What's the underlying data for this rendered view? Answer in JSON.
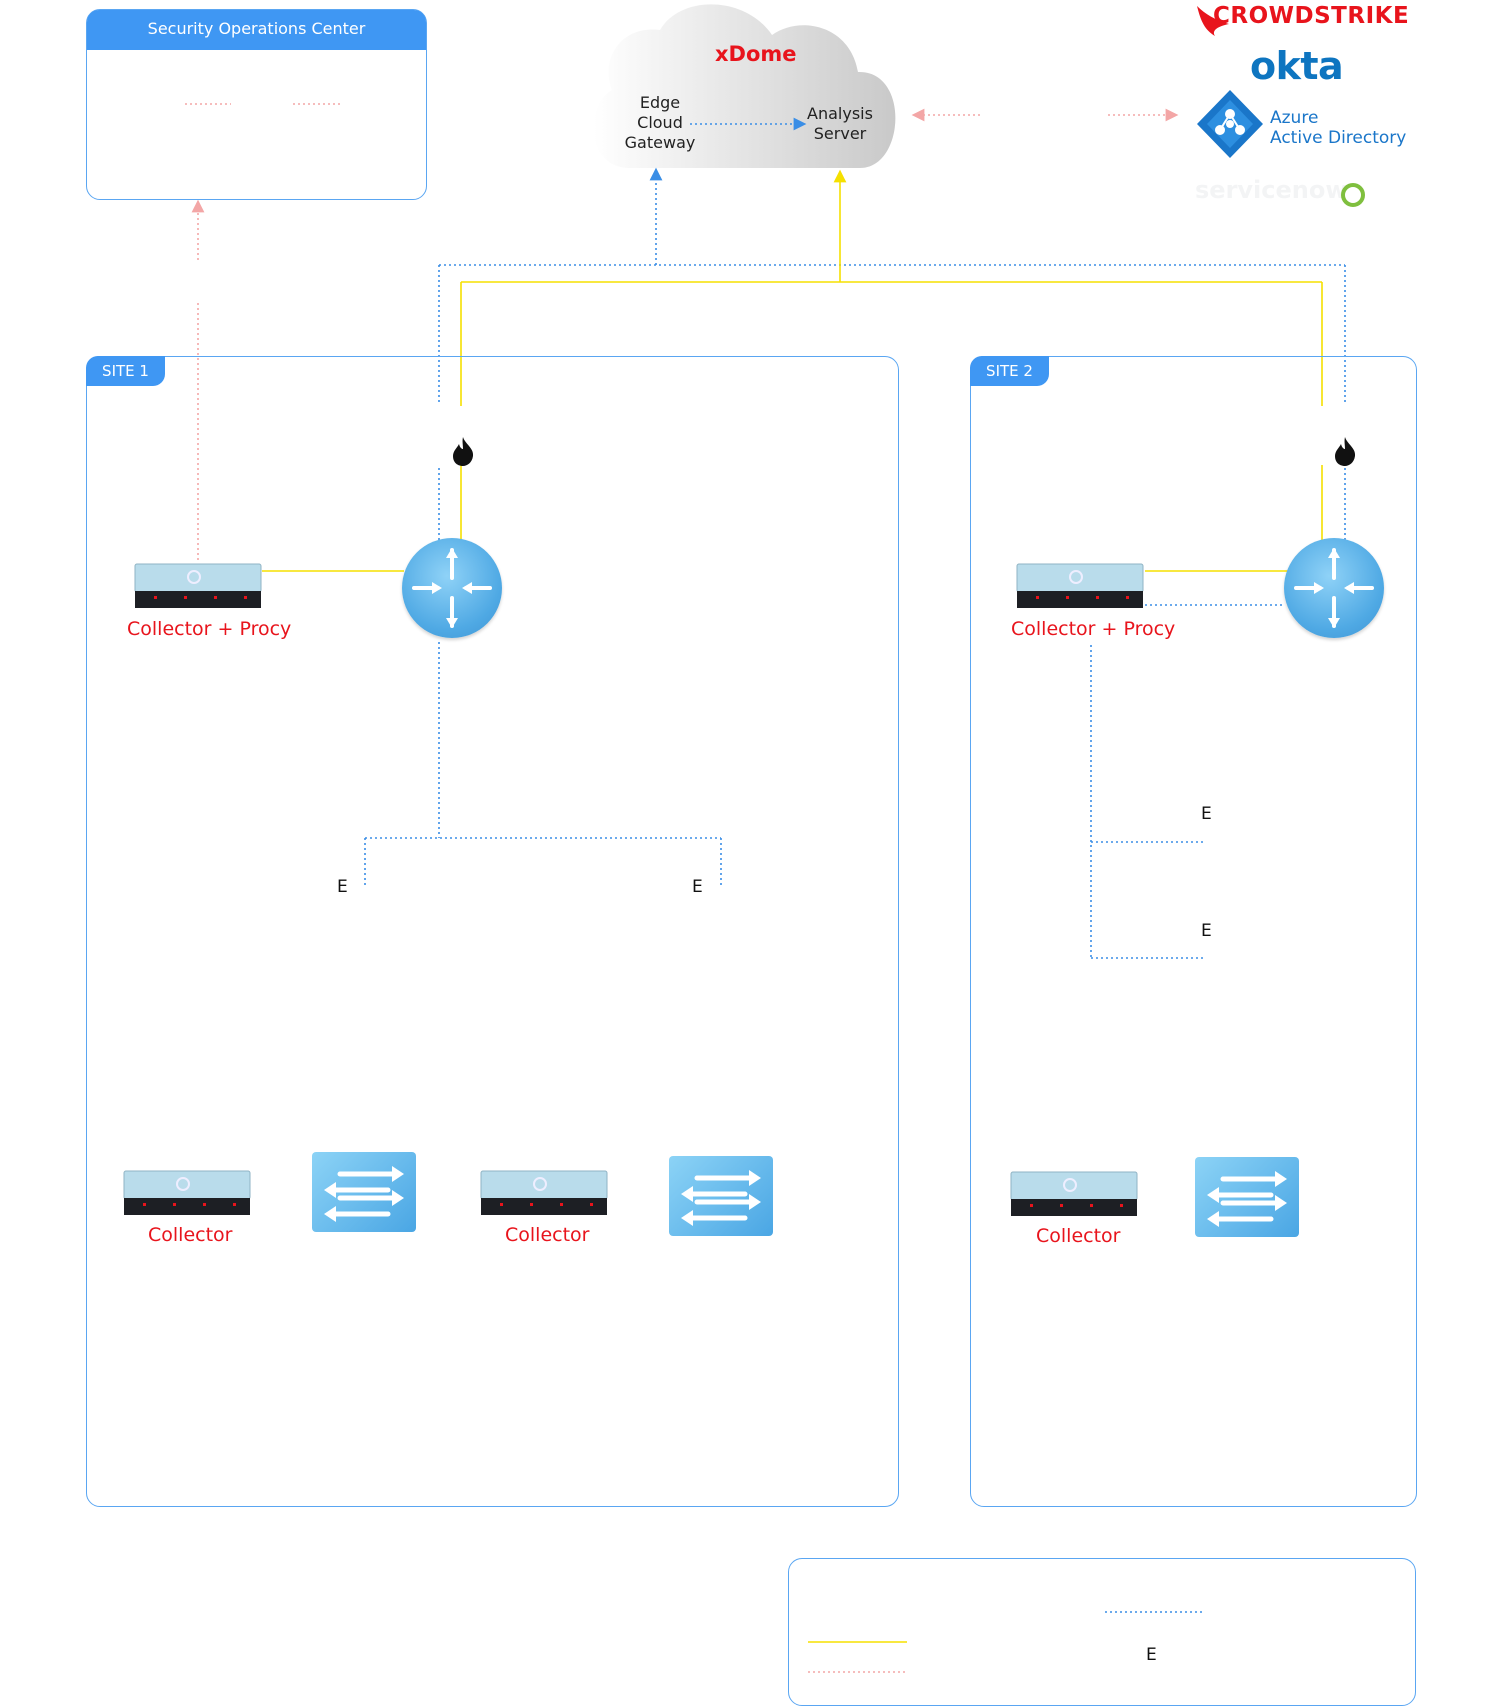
{
  "soc": {
    "title": "Security Operations Center"
  },
  "cloud": {
    "title": "xDome",
    "edge_gateway": "Edge\nCloud\nGateway",
    "analysis_server": "Analysis\nServer"
  },
  "integrations": {
    "crowdstrike": "CROWDSTRIKE",
    "okta": "okta",
    "azure": "Azure\nActive Directory",
    "servicenow": "servicenow"
  },
  "site1": {
    "tab": "SITE 1",
    "collector_proxy": "Collector + Procy",
    "endpoint_left": "E",
    "endpoint_right": "E",
    "collector_a": "Collector",
    "collector_b": "Collector"
  },
  "site2": {
    "tab": "SITE 2",
    "collector_proxy": "Collector + Procy",
    "endpoint_top": "E",
    "endpoint_bottom": "E",
    "collector": "Collector"
  },
  "legend": {
    "endpoint": "E"
  },
  "colors": {
    "accent": "#3f97f3",
    "yellow_link": "#f5e000",
    "blue_link": "#3a8ee6",
    "red_link": "#f3a6a6",
    "label_red": "#e8141c"
  }
}
